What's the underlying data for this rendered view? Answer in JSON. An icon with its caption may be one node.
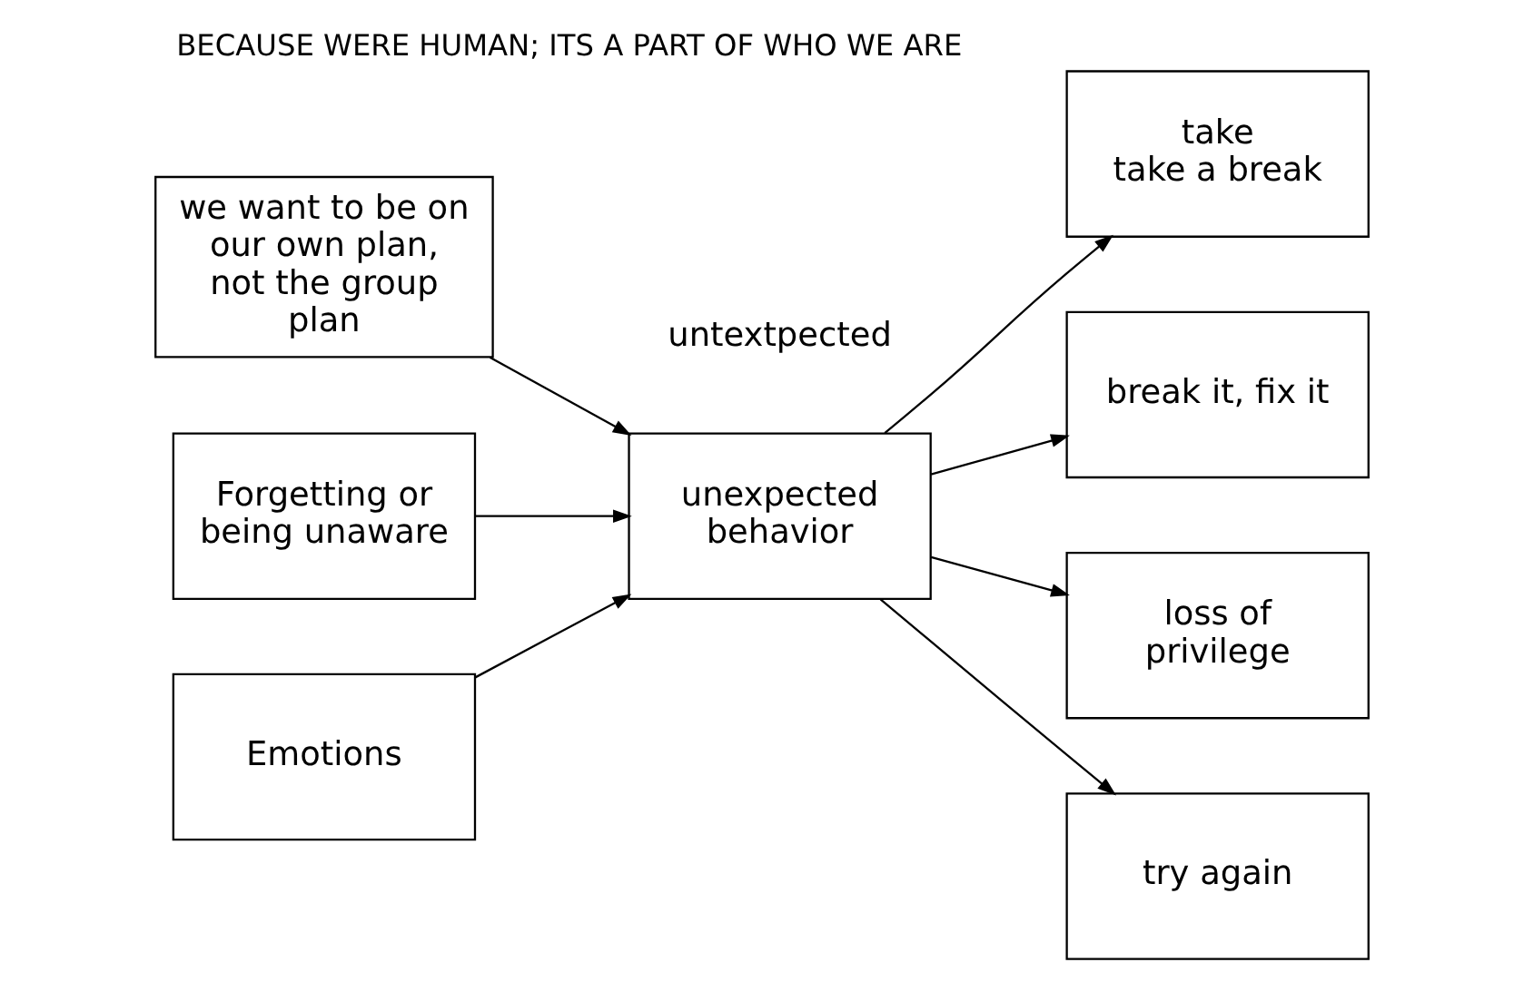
{
  "diagram": {
    "title": "BECAUSE WERE HUMAN; ITS A PART OF WHO WE ARE",
    "nodes": [
      {
        "text": [
          "we want to be on our own plan, not the group plan"
        ]
      },
      {
        "text": [
          "Forgetting or being unaware"
        ]
      },
      {
        "text": [
          "Emotions"
        ]
      },
      {
        "text": [
          "unexpected behavior"
        ],
        "beside": [
          "untextpected"
        ]
      },
      {
        "text": [
          "take",
          "take a break"
        ]
      },
      {
        "text": [
          "break it, fix it"
        ]
      },
      {
        "text": [
          "loss of privilege"
        ]
      },
      {
        "text": [
          "try again"
        ]
      }
    ],
    "edges": [
      {
        "from": 0,
        "to": 3,
        "arrow": "to"
      },
      {
        "from": 1,
        "to": 3,
        "arrow": "to"
      },
      {
        "from": 2,
        "to": 3,
        "arrow": "to"
      },
      {
        "from": 3,
        "to": 4,
        "arrow": "to"
      },
      {
        "from": 3,
        "to": 5,
        "arrow": "to"
      },
      {
        "from": 3,
        "to": 6,
        "arrow": "to"
      },
      {
        "from": 3,
        "to": 7,
        "arrow": "to"
      }
    ]
  }
}
